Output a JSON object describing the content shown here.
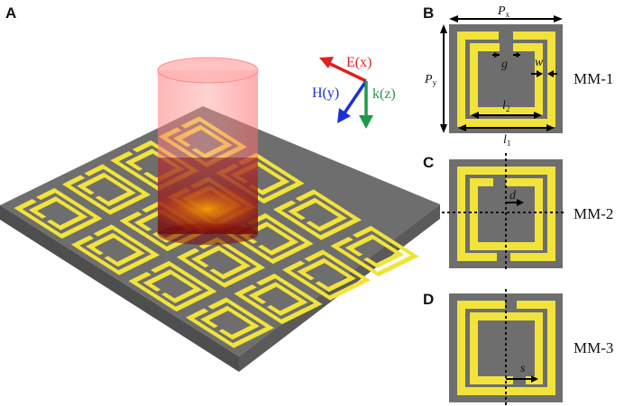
{
  "panels": {
    "a": {
      "label": "A"
    },
    "b": {
      "label": "B",
      "name": "MM-1"
    },
    "c": {
      "label": "C",
      "name": "MM-2"
    },
    "d": {
      "label": "D",
      "name": "MM-3"
    }
  },
  "fields": {
    "e": {
      "label": "E(x)",
      "color": "#e02020"
    },
    "h": {
      "label": "H(y)",
      "color": "#1a2fd8"
    },
    "k": {
      "label": "k(z)",
      "color": "#1f9a48"
    }
  },
  "dimensions": {
    "px": {
      "main": "P",
      "sub": "x"
    },
    "py": {
      "main": "P",
      "sub": "y"
    },
    "g": "g",
    "w": "w",
    "l2": {
      "main": "l",
      "sub": "2"
    },
    "l1": {
      "main": "l",
      "sub": "1"
    },
    "d": "d",
    "s": "s"
  },
  "colors": {
    "substrate": "#6e6e6e",
    "ring": "#f2e33a",
    "beam": "#ff6b6b"
  }
}
